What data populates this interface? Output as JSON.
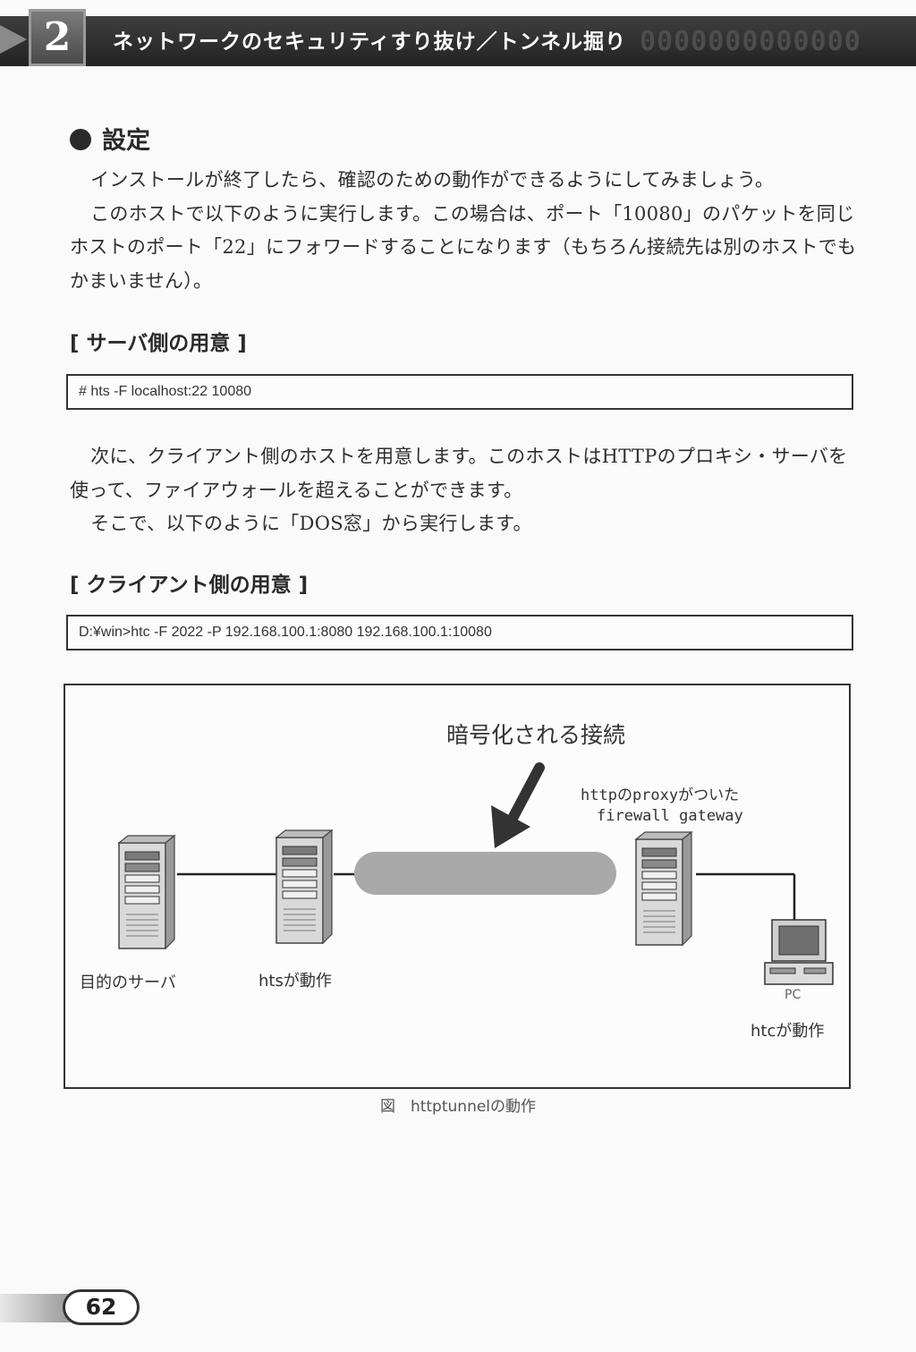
{
  "header": {
    "chapter_number": "2",
    "title": "ネットワークのセキュリティすり抜け／トンネル掘り",
    "pattern": "0000000000000"
  },
  "section": {
    "title": "設定",
    "paragraph1": "インストールが終了したら、確認のための動作ができるようにしてみましょう。",
    "paragraph2": "このホストで以下のように実行します。この場合は、ポート「10080」のパケットを同じホストのポート「22」にフォワードすることになります（もちろん接続先は別のホストでもかまいません）。"
  },
  "server_setup": {
    "heading": "[ サーバ側の用意 ]",
    "command": "# hts -F localhost:22 10080"
  },
  "middle": {
    "paragraph1": "次に、クライアント側のホストを用意します。このホストはHTTPのプロキシ・サーバを使って、ファイアウォールを超えることができます。",
    "paragraph2": "そこで、以下のように「DOS窓」から実行します。"
  },
  "client_setup": {
    "heading": "[ クライアント側の用意 ]",
    "command": "D:¥win>htc -F 2022 -P 192.168.100.1:8080 192.168.100.1:10080"
  },
  "figure": {
    "encrypted_label": "暗号化される接続",
    "proxy_label_line1": "httpのproxyがついた",
    "proxy_label_line2": "firewall gateway",
    "target_server_label": "目的のサーバ",
    "hts_label": "htsが動作",
    "pc_label": "PC",
    "htc_label": "htcが動作",
    "caption": "図　httptunnelの動作"
  },
  "page": {
    "number": "62"
  }
}
